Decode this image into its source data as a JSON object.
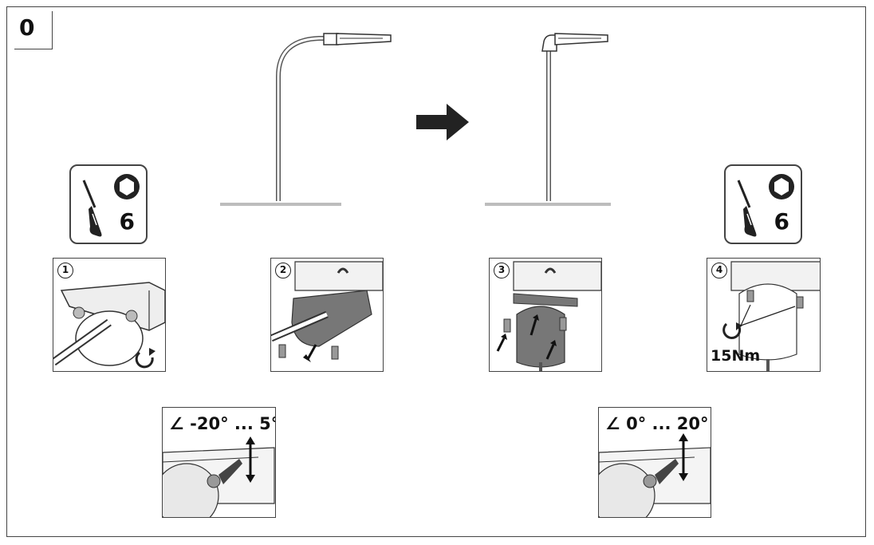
{
  "page": {
    "step_number": "0"
  },
  "tools": [
    {
      "icon": "screwdriver-hex-icon",
      "size": "6"
    },
    {
      "icon": "screwdriver-hex-icon",
      "size": "6"
    }
  ],
  "panels": [
    {
      "badge": "1"
    },
    {
      "badge": "2"
    },
    {
      "badge": "3"
    },
    {
      "badge": "4",
      "torque": "15Nm"
    }
  ],
  "angles": [
    {
      "label": "∠ -20° ... 5°"
    },
    {
      "label": "∠ 0° ... 20°"
    }
  ]
}
